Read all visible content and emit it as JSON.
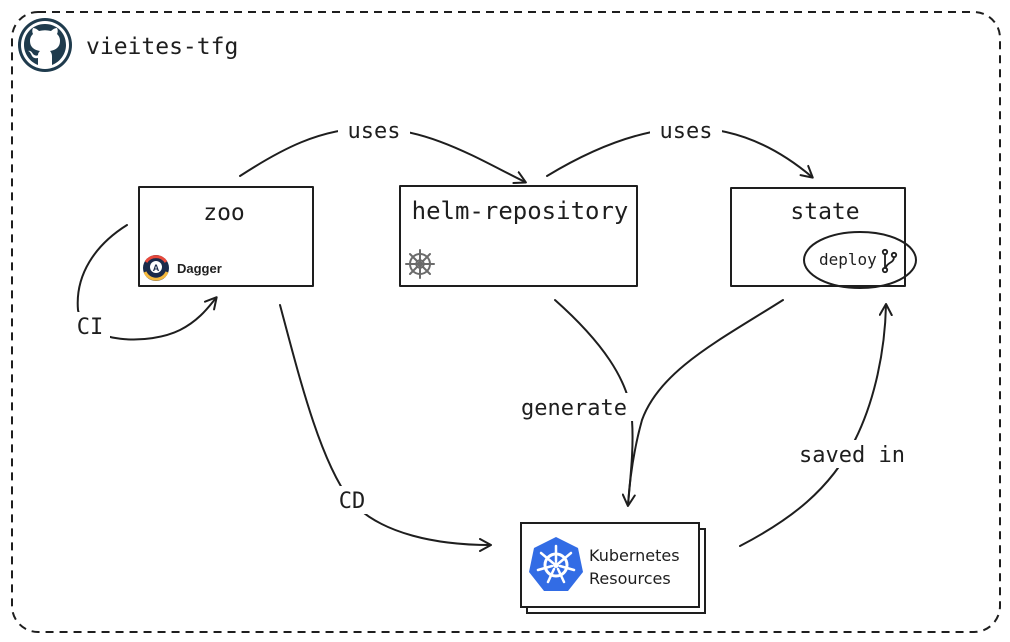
{
  "repository": {
    "name": "vieites-tfg",
    "icon": "github-icon"
  },
  "nodes": {
    "zoo": {
      "title": "zoo",
      "tool_label": "Dagger",
      "tool_icon": "dagger-icon"
    },
    "helm_repository": {
      "title": "helm-repository",
      "icon": "helm-icon"
    },
    "state": {
      "title": "state",
      "branch_label": "deploy",
      "branch_icon": "git-branch-icon"
    },
    "kubernetes": {
      "line1": "Kubernetes",
      "line2": "Resources",
      "icon": "kubernetes-icon"
    }
  },
  "edges": {
    "zoo_to_helm": "uses",
    "helm_to_state": "uses",
    "ci_loop": "CI",
    "cd": "CD",
    "generate": "generate",
    "saved_in": "saved in"
  },
  "colors": {
    "ink": "#1e1e1e",
    "github_bg": "#1f3b4d",
    "kubernetes_blue": "#326ce5",
    "dagger_bg": "#1a2a4a"
  }
}
